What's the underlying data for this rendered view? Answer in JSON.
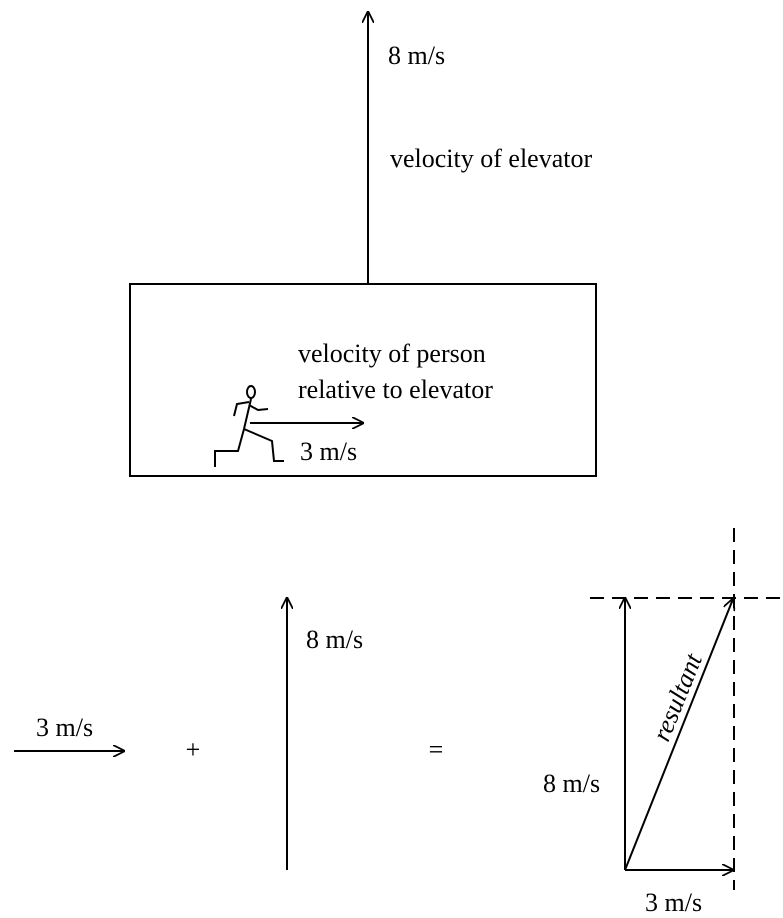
{
  "top": {
    "elevator_speed": "8 m/s",
    "elevator_caption": "velocity of elevator",
    "person_caption_line1": "velocity of person",
    "person_caption_line2": "relative to elevator",
    "person_speed": "3 m/s"
  },
  "bottom": {
    "left_speed": "3 m/s",
    "plus": "+",
    "middle_speed": "8 m/s",
    "equals": "=",
    "triangle_vertical": "8 m/s",
    "triangle_horizontal": "3 m/s",
    "resultant": "resultant"
  }
}
